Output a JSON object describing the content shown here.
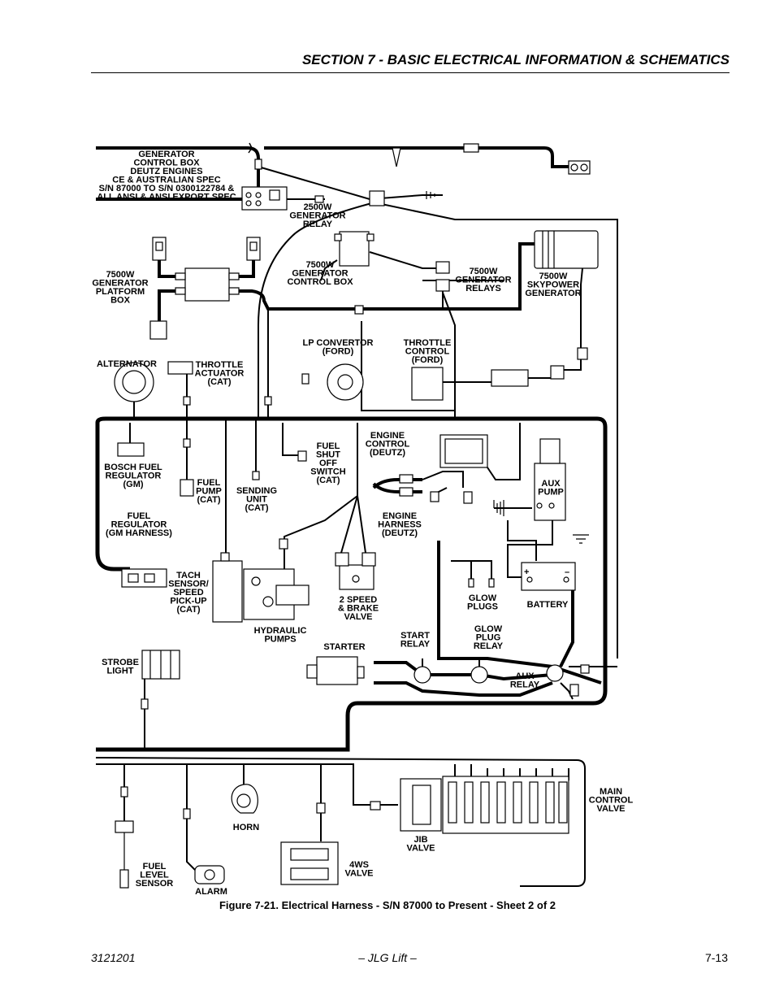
{
  "header": {
    "section_title": "SECTION 7 - BASIC ELECTRICAL INFORMATION & SCHEMATICS"
  },
  "labels": {
    "generator_control_box": [
      "GENERATOR",
      "CONTROL BOX",
      "DEUTZ ENGINES",
      "CE & AUSTRALIAN SPEC",
      "S/N 87000 TO S/N 0300122784 &",
      "ALL ANSI & ANSI EXPORT SPEC"
    ],
    "generator_relay_2500w": [
      "2500W",
      "GENERATOR",
      "RELAY"
    ],
    "platform_box_7500w": [
      "7500W",
      "GENERATOR",
      "PLATFORM",
      "BOX"
    ],
    "generator_control_box_7500w": [
      "7500W",
      "GENERATOR",
      "CONTROL BOX"
    ],
    "generator_relays_7500w": [
      "7500W",
      "GENERATOR",
      "RELAYS"
    ],
    "skypower_generator_7500w": [
      "7500W",
      "SKYPOWER",
      "GENERATOR"
    ],
    "alternator": [
      "ALTERNATOR"
    ],
    "throttle_actuator": [
      "THROTTLE",
      "ACTUATOR",
      "(CAT)"
    ],
    "lp_convertor": [
      "LP CONVERTOR",
      "(FORD)"
    ],
    "throttle_control": [
      "THROTTLE",
      "CONTROL",
      "(FORD)"
    ],
    "engine_control": [
      "ENGINE",
      "CONTROL",
      "(DEUTZ)"
    ],
    "fuel_shut_off": [
      "FUEL",
      "SHUT",
      "OFF",
      "SWITCH",
      "(CAT)"
    ],
    "bosch_fuel_regulator": [
      "BOSCH FUEL",
      "REGULATOR",
      "(GM)"
    ],
    "fuel_pump": [
      "FUEL",
      "PUMP",
      "(CAT)"
    ],
    "sending_unit": [
      "SENDING",
      "UNIT",
      "(CAT)"
    ],
    "aux_pump": [
      "AUX",
      "PUMP"
    ],
    "fuel_regulator": [
      "FUEL",
      "REGULATOR",
      "(GM HARNESS)"
    ],
    "engine_harness": [
      "ENGINE",
      "HARNESS",
      "(DEUTZ)"
    ],
    "tach_sensor": [
      "TACH",
      "SENSOR/",
      "SPEED",
      "PICK-UP",
      "(CAT)"
    ],
    "two_speed_brake": [
      "2 SPEED",
      "& BRAKE",
      "VALVE"
    ],
    "glow_plugs": [
      "GLOW",
      "PLUGS"
    ],
    "battery": [
      "BATTERY"
    ],
    "hydraulic_pumps": [
      "HYDRAULIC",
      "PUMPS"
    ],
    "start_relay": [
      "START",
      "RELAY"
    ],
    "glow_plug_relay": [
      "GLOW",
      "PLUG",
      "RELAY"
    ],
    "starter": [
      "STARTER"
    ],
    "strobe_light": [
      "STROBE",
      "LIGHT"
    ],
    "aux_relay": [
      "AUX",
      "RELAY"
    ],
    "main_control_valve": [
      "MAIN",
      "CONTROL",
      "VALVE"
    ],
    "horn": [
      "HORN"
    ],
    "jib_valve": [
      "JIB",
      "VALVE"
    ],
    "fws_valve": [
      "4WS",
      "VALVE"
    ],
    "fuel_level_sensor": [
      "FUEL",
      "LEVEL",
      "SENSOR"
    ],
    "alarm": [
      "ALARM"
    ],
    "battery_plus": "+",
    "battery_minus": "–"
  },
  "caption": "Figure 7-21.  Electrical Harness - S/N 87000 to Present - Sheet 2 of 2",
  "footer": {
    "doc_number": "3121201",
    "publisher": "– JLG Lift –",
    "page_number": "7-13"
  }
}
